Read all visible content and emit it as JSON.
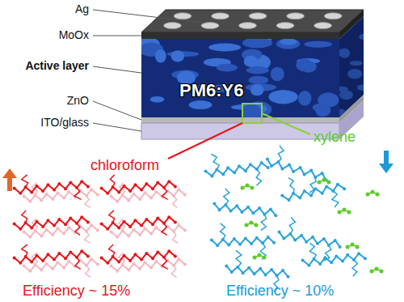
{
  "diagram": {
    "labels": [
      "Ag",
      "MoOx",
      "Active layer",
      "ZnO",
      "ITO/glass",
      "PM6:Y6",
      "chloroform",
      "xylene",
      "Efficiency ~ 15%",
      "Efficiency ~ 10%"
    ]
  }
}
